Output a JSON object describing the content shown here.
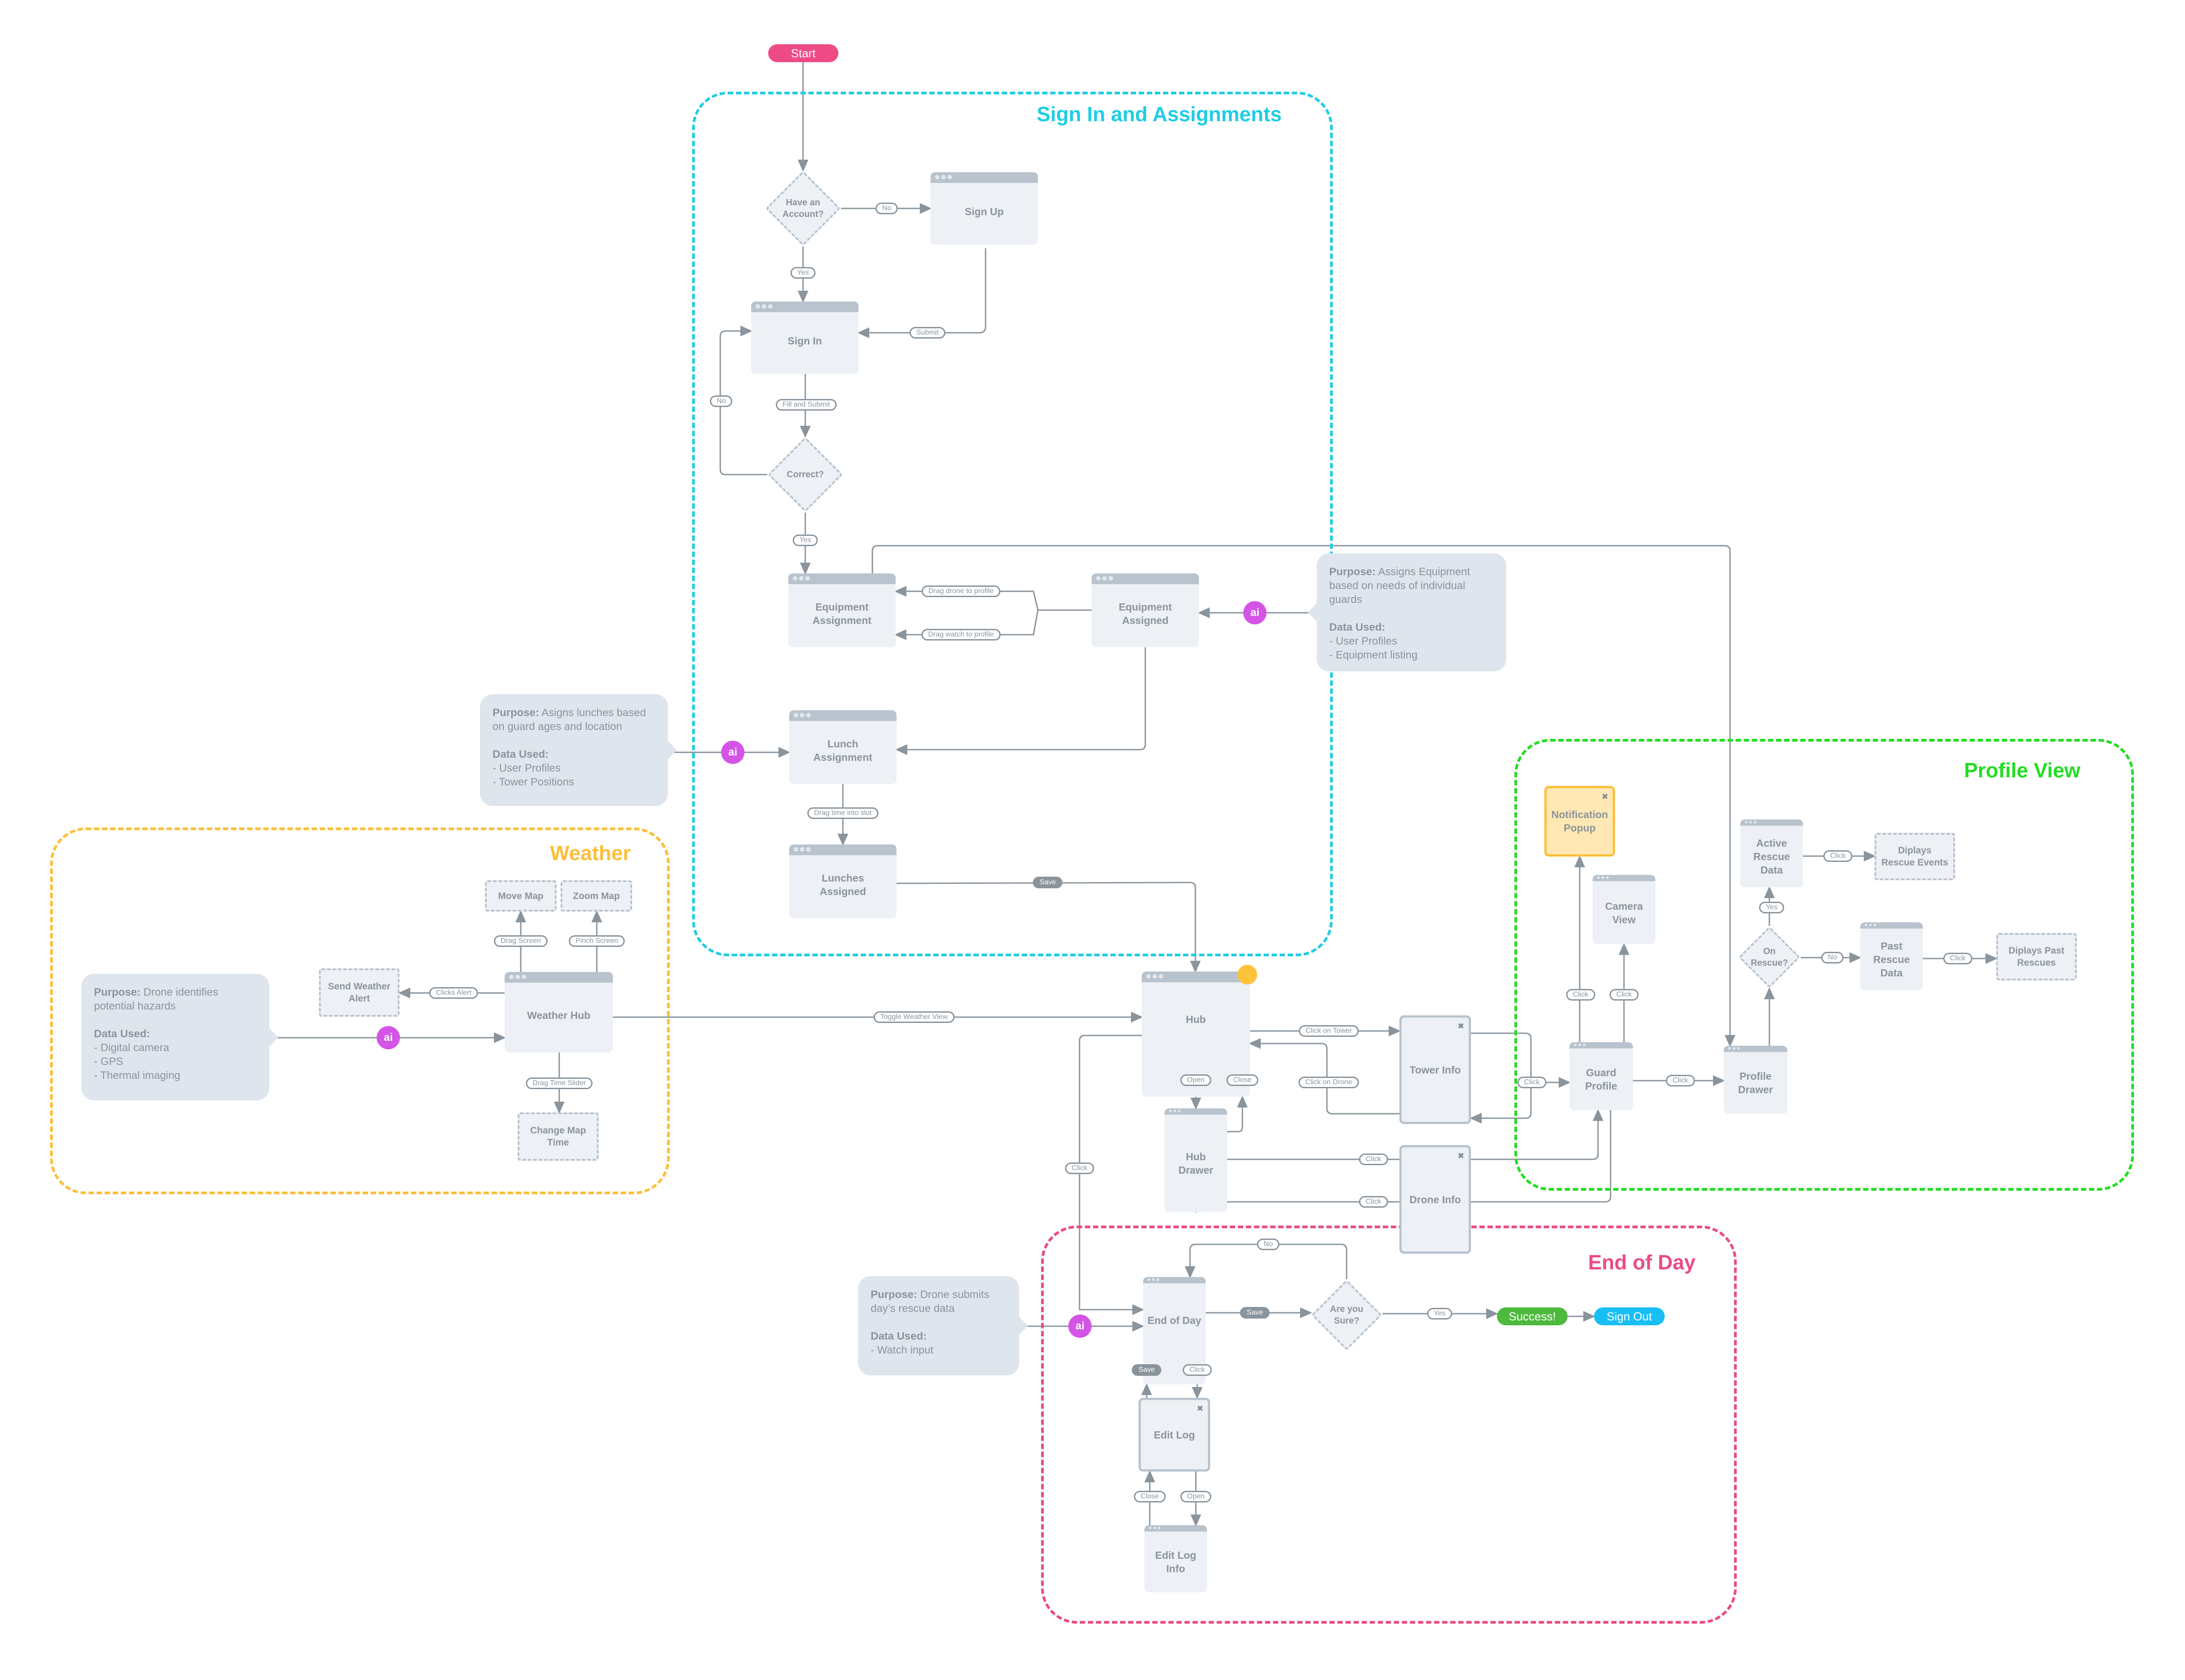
{
  "colors": {
    "line": "#8a949c",
    "signin_group": "#1fcde4",
    "weather_group": "#fcbf3a",
    "profile_group": "#22dd22",
    "endofday_group": "#ea4b87",
    "start": "#ee4b86",
    "success": "#4db93d",
    "signout": "#19bff4",
    "ai": "#d454e6"
  },
  "groups": {
    "signin": {
      "title": "Sign In and Assignments"
    },
    "weather": {
      "title": "Weather"
    },
    "profile": {
      "title": "Profile View"
    },
    "endofday": {
      "title": "End of Day"
    }
  },
  "terminals": {
    "start": "Start",
    "success": "Success!",
    "signout": "Sign Out"
  },
  "screens": {
    "sign_up": "Sign Up",
    "sign_in": "Sign In",
    "equipment_assignment": "Equipment\nAssignment",
    "equipment_assigned": "Equipment\nAssigned",
    "lunch_assignment": "Lunch\nAssignment",
    "lunches_assigned": "Lunches\nAssigned",
    "weather_hub": "Weather Hub",
    "hub": "Hub",
    "hub_drawer": "Hub\nDrawer",
    "tower_info": "Tower Info",
    "drone_info": "Drone Info",
    "notification_popup": "Notification\nPopup",
    "camera_view": "Camera\nView",
    "guard_profile": "Guard\nProfile",
    "profile_drawer": "Profile\nDrawer",
    "active_rescue_data": "Active\nRescue\nData",
    "past_rescue_data": "Past\nRescue\nData",
    "end_of_day": "End of Day",
    "edit_log": "Edit Log",
    "edit_log_info": "Edit Log\nInfo"
  },
  "actions": {
    "move_map": "Move Map",
    "zoom_map": "Zoom Map",
    "send_weather_alert": "Send Weather\nAlert",
    "change_map_time": "Change Map\nTime",
    "displays_rescue_events": "Diplays\nRescue Events",
    "displays_past_rescues": "Diplays Past\nRescues"
  },
  "decisions": {
    "have_account": "Have an\nAccount?",
    "correct": "Correct?",
    "on_rescue": "On\nRescue?",
    "are_you_sure": "Are you\nSure?"
  },
  "edge_labels": {
    "no_signup": "No",
    "yes_signin": "Yes",
    "submit": "Submit",
    "no_correct": "No",
    "fill_submit": "Fill and Submit",
    "yes_correct": "Yes",
    "drag_drone": "Drag drone to profile",
    "drag_watch": "Drag watch to profile",
    "drag_time": "Drag time into slot",
    "save_lunch": "Save",
    "drag_screen": "Drag Screen",
    "pinch_screen": "Pinch Screen",
    "clicks_alert": "Clicks  Alert",
    "drag_time_slider": "Drag Time Slider",
    "toggle_weather": "Toggle Weather View",
    "click_tower": "Click on Tower",
    "click_drone": "Click on Drone",
    "open_drawer": "Open",
    "close_drawer": "Close",
    "click_info_guard": "Click",
    "click_drawer_guard": "Click",
    "click_guard_drawer": "Click",
    "click_hub_eod": "Click",
    "click_notif": "Click",
    "click_camera": "Click",
    "click_guard_profiledrawer": "Click",
    "yes_rescue": "Yes",
    "no_rescue": "No",
    "click_active": "Click",
    "click_past": "Click",
    "no_sure": "No",
    "save_eod": "Save",
    "yes_sure": "Yes",
    "save_editlog": "Save",
    "click_editlog": "Click",
    "close_editloginfo": "Close",
    "open_editloginfo": "Open"
  },
  "ai_label": "ai",
  "notes": {
    "equipment": {
      "purpose_label": "Purpose:",
      "purpose": "Assigns Equipment based on needs of individual guards",
      "data_label": "Data Used:",
      "data": [
        "- User Profiles",
        "- Equipment listing"
      ]
    },
    "lunch": {
      "purpose_label": "Purpose:",
      "purpose": "Asigns lunches based on guard ages and location",
      "data_label": "Data Used:",
      "data": [
        "- User Profiles",
        "- Tower Positions"
      ]
    },
    "weather": {
      "purpose_label": "Purpose:",
      "purpose": "Drone identifies potential hazards",
      "data_label": "Data Used:",
      "data": [
        "- Digital camera",
        "- GPS",
        "- Thermal imaging"
      ]
    },
    "endofday": {
      "purpose_label": "Purpose:",
      "purpose": "Drone submits day’s rescue data",
      "data_label": "Data Used:",
      "data": [
        "- Watch input"
      ]
    }
  }
}
